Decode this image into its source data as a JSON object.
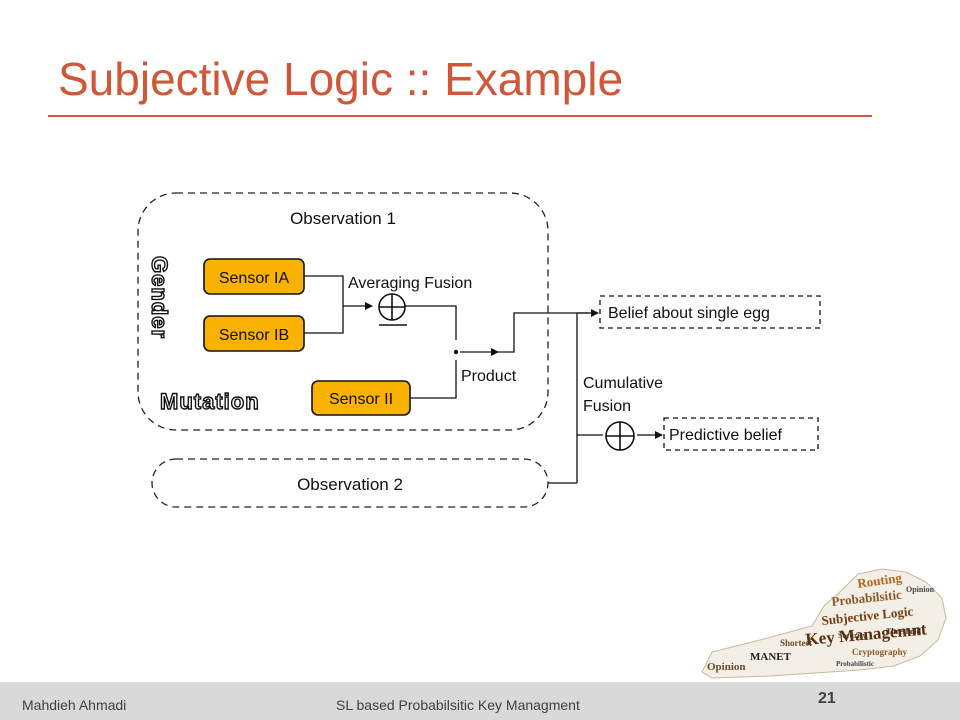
{
  "slide": {
    "title": "Subjective Logic :: Example",
    "footer_author": "Mahdieh Ahmadi",
    "footer_course": "SL based Probabilsitic Key Managment",
    "page_number": "21"
  },
  "diagram": {
    "observation1": "Observation 1",
    "observation2": "Observation 2",
    "sensor_ia": "Sensor IA",
    "sensor_ib": "Sensor IB",
    "sensor_ii": "Sensor II",
    "averaging_fusion": "Averaging Fusion",
    "product": "Product",
    "gender": "Gender",
    "mutation": "Mutation",
    "cumulative": "Cumulative",
    "fusion": "Fusion",
    "belief_single_egg": "Belief about single egg",
    "predictive_belief": "Predictive belief",
    "sensor_fill": "#F9B200",
    "accent_color": "#D0583A"
  },
  "wordcloud": {
    "words": [
      "Routing",
      "Opinion",
      "Probabilsitic",
      "Subjective Logic",
      "Security",
      "Threshold",
      "Shortest",
      "Key Managemnt",
      "MANET",
      "Cryptography",
      "Opinion",
      "Probabilistic"
    ]
  }
}
